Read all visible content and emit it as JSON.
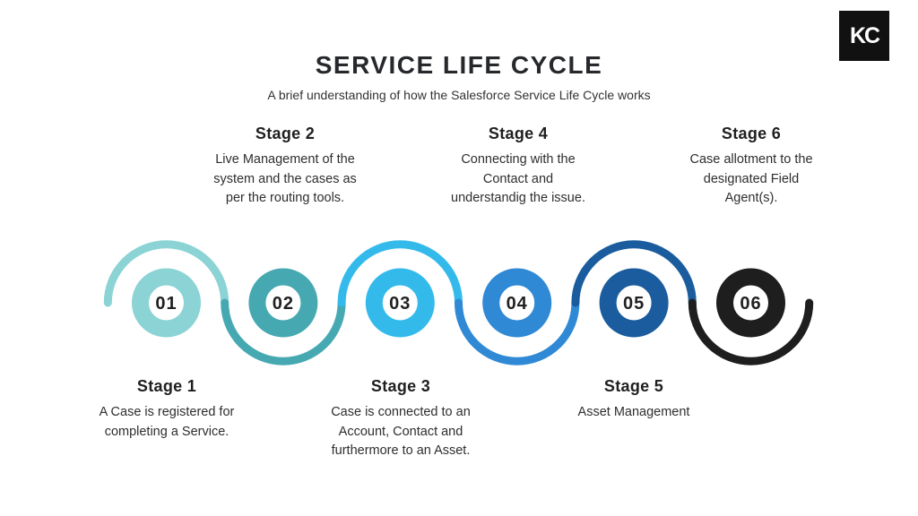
{
  "header": {
    "title": "SERVICE LIFE CYCLE",
    "subtitle": "A brief understanding of how the Salesforce Service Life Cycle works"
  },
  "logo": {
    "monogram": "KC",
    "bg": "#111111",
    "fg": "#ffffff"
  },
  "stages": [
    {
      "id": "01",
      "label": "Stage 1",
      "description": "A Case is registered for\ncompleting a Service.",
      "color": "#8BD3D5",
      "text_position": "bottom"
    },
    {
      "id": "02",
      "label": "Stage 2",
      "description": "Live Management of the\nsystem and  the cases as\nper the routing tools.",
      "color": "#46A9B2",
      "text_position": "top"
    },
    {
      "id": "03",
      "label": "Stage 3",
      "description": "Case is connected to an\nAccount, Contact and\nfurthermore to an Asset.",
      "color": "#33BAEB",
      "text_position": "bottom"
    },
    {
      "id": "04",
      "label": "Stage 4",
      "description": "Connecting with the\nContact and\nunderstandig the issue.",
      "color": "#2F89D5",
      "text_position": "top"
    },
    {
      "id": "05",
      "label": "Stage 5",
      "description": "Asset Management",
      "color": "#1A5C9D",
      "text_position": "bottom"
    },
    {
      "id": "06",
      "label": "Stage 6",
      "description": "Case allotment to the\ndesignated Field\nAgent(s).",
      "color": "#1E1E1E",
      "text_position": "top"
    }
  ]
}
